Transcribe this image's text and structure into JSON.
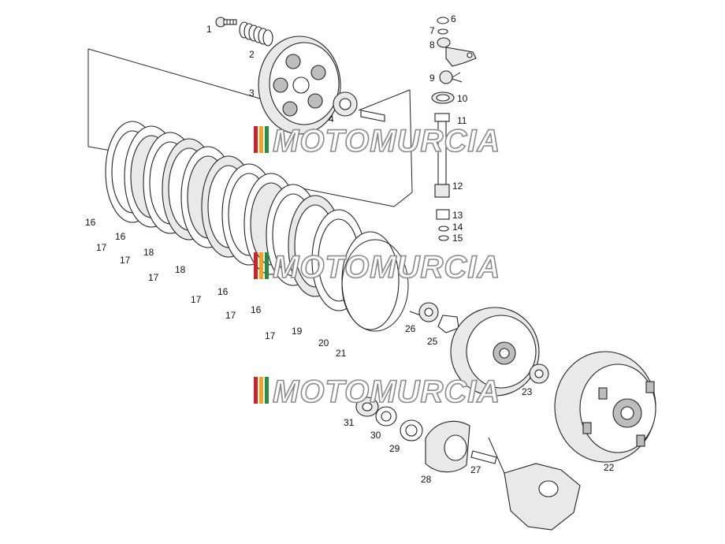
{
  "diagram": {
    "labels": [
      "1",
      "2",
      "3",
      "4",
      "6",
      "7",
      "8",
      "9",
      "10",
      "11",
      "12",
      "13",
      "14",
      "15",
      "16",
      "17",
      "16",
      "18",
      "17",
      "18",
      "17",
      "17",
      "16",
      "17",
      "16",
      "17",
      "19",
      "20",
      "21",
      "26",
      "25",
      "23",
      "22",
      "31",
      "30",
      "29",
      "28",
      "27"
    ],
    "watermark": {
      "text": "MOTOMURCIA",
      "stripe_colors": [
        "#d4202a",
        "#f2a41c",
        "#2a8a3e"
      ]
    }
  }
}
